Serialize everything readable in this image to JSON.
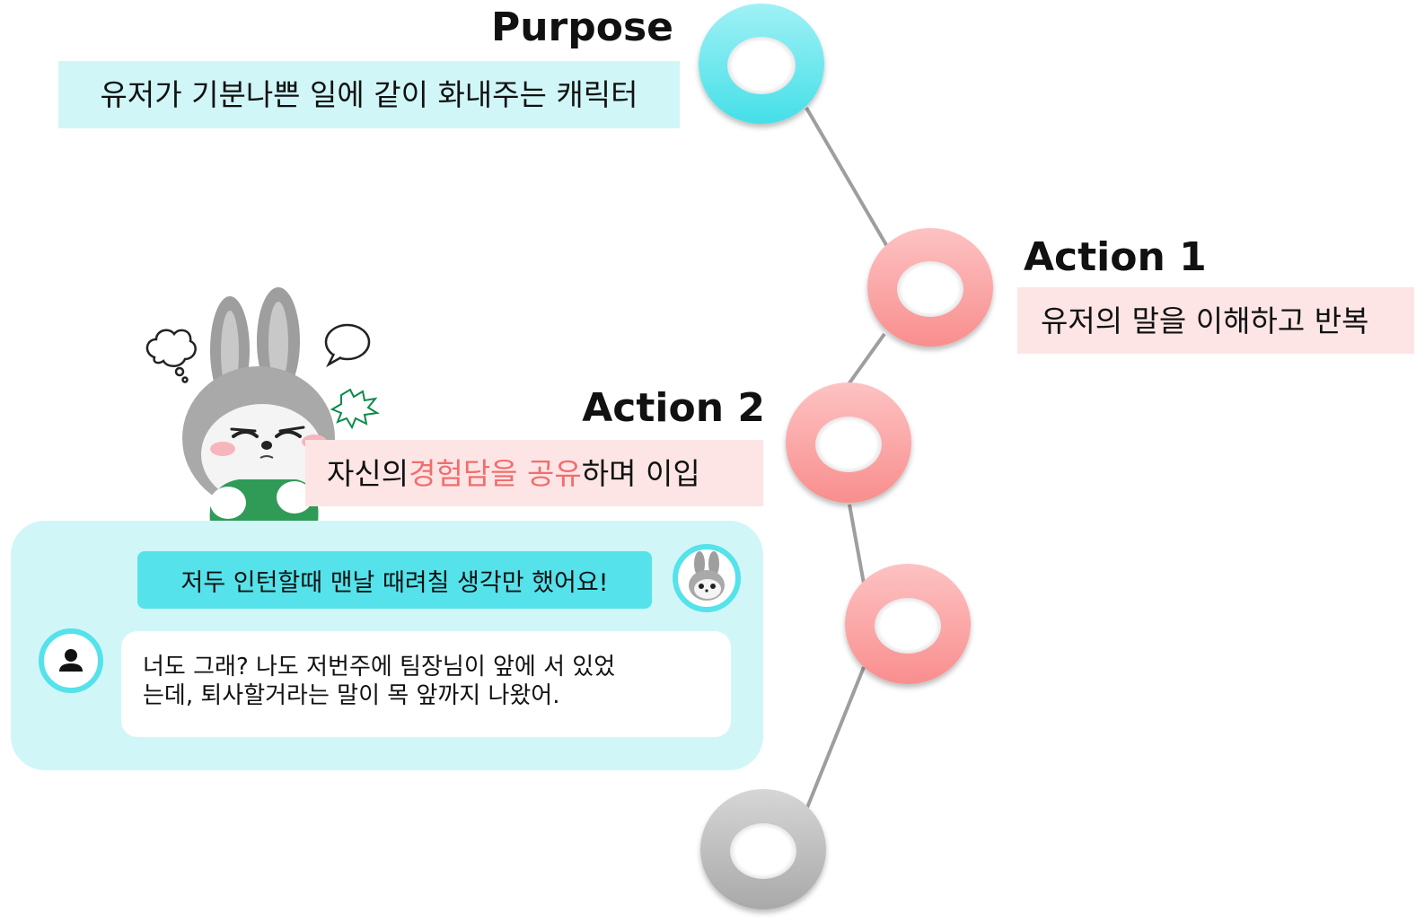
{
  "timeline": {
    "nodes": [
      {
        "heading": "Purpose",
        "label": "유저가 기분나쁜 일에 같이 화내주는 캐릭터",
        "color": "cyan"
      },
      {
        "heading": "Action 1",
        "label": "유저의 말을 이해하고 반복",
        "color": "pink"
      },
      {
        "heading": "Action 2",
        "label_parts": [
          "자신의 ",
          "경험담을 공유",
          "하며 이입"
        ],
        "color": "pink"
      },
      {
        "color": "pink"
      },
      {
        "color": "gray"
      }
    ]
  },
  "chat": {
    "bot_message": "저두 인턴할때 맨날 때려칠 생각만 했어요!",
    "user_message_lines": [
      "너도 그래? 나도 저번주에 팀장님이 앞에 서 있었",
      "는데, 퇴사할거라는 말이 목 앞까지 나왔어."
    ]
  },
  "colors": {
    "cyan": "#55e2ea",
    "cyan_light": "#d1f6f8",
    "pink": "#fb9f9f",
    "pink_light": "#fde5e5",
    "gray": "#b9b9b9",
    "highlight": "#f26d6d"
  }
}
